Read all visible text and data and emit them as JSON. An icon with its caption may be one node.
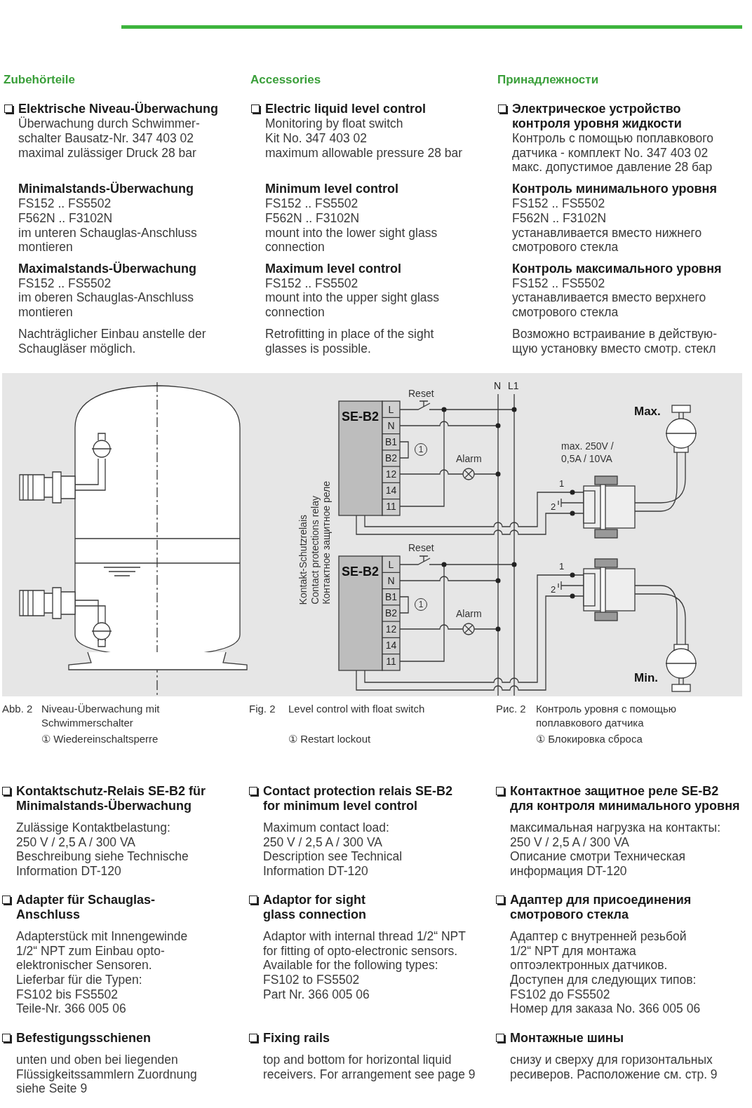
{
  "diagram": {
    "labels": [
      "Zubehörteile",
      "Elektrische Niveau-Überwachung",
      "Überwachung durch Schwimmer-",
      "schalter Bausatz-Nr. 347 403 02",
      "maximal zulässiger Druck 28 bar",
      "Minimalstands-Überwachung",
      "FS152 .. FS5502",
      "F562N .. F3102N",
      "im unteren Schauglas-Anschluss",
      "montieren",
      "Maximalstands-Überwachung",
      "FS152 .. FS5502",
      "im oberen Schauglas-Anschluss",
      "montieren",
      "Nachträglicher Einbau anstelle der",
      "Schaugläser möglich.",
      "Accessories",
      "Electric liquid level control",
      "Monitoring by float switch",
      "Kit No. 347 403 02",
      "maximum allowable pressure 28 bar",
      "Minimum level control",
      "FS152 .. FS5502",
      "F562N .. F3102N",
      "mount into the lower sight glass",
      "connection",
      "Maximum level control",
      "FS152 .. FS5502",
      "mount into the upper sight glass",
      "connection",
      "Retrofitting in place of the sight",
      "glasses is possible.",
      "Принадлежности",
      "Электрическое устройство",
      "контроля уровня жидкости",
      "Контроль с помощью поплавкового",
      "датчика - комплект No. 347 403 02",
      "макс. допустимое давление 28 бар",
      "Контроль минимального уровня",
      "FS152 .. FS5502",
      "F562N .. F3102N",
      "устанавливается вместо нижнего",
      "смотрового стекла",
      "Контроль максимального уровня",
      "FS152 .. FS5502",
      "устанавливается вместо верхнего",
      "смотрового стекла",
      "Возможно встраивание в действую-",
      "щую установку вместо смотр. стекл",
      "N",
      "L1",
      "Reset",
      "SE-B2",
      "L",
      "N",
      "B1",
      "B2",
      "12",
      "14",
      "11",
      "1",
      "Alarm",
      "Max.",
      "max. 250V /",
      "0,5A / 10VA",
      "1",
      "2",
      "Kontakt-Schutzrelais",
      "Contact protections relay",
      "Контактное защитное реле",
      "Reset",
      "SE-B2",
      "L",
      "N",
      "B1",
      "B2",
      "12",
      "14",
      "11",
      "1",
      "Alarm",
      "1",
      "2",
      "Min.",
      "Abb. 2",
      "Niveau-Überwachung mit",
      "Schwimmerschalter",
      "① Wiedereinschaltsperre",
      "Fig. 2",
      "Level control with float switch",
      "① Restart lockout",
      "Рис. 2",
      "Контроль уровня с помощью",
      "поплавкового датчика",
      "① Блокировка сброса",
      "Kontaktschutz-Relais SE-B2 für",
      "Minimalstands-Überwachung",
      "Zulässige Kontaktbelastung:",
      "250 V / 2,5 A / 300 VA",
      "Beschreibung siehe Technische",
      "Information DT-120",
      "Adapter für Schauglas-",
      "Anschluss",
      "Adapterstück mit Innengewinde",
      "1/2“ NPT zum Einbau opto-",
      "elektronischer Sensoren.",
      "Lieferbar für die Typen:",
      "FS102 bis FS5502",
      "Teile-Nr. 366 005 06",
      "Befestigungsschienen",
      "unten und oben bei liegenden",
      "Flüssigkeitssammlern Zuordnung",
      "siehe Seite 9",
      "Contact protection relais SE-B2",
      "for minimum level control",
      "Maximum contact load:",
      "250 V / 2,5 A / 300 VA",
      "Description see Technical",
      "Information DT-120",
      "Adaptor for sight",
      "glass connection",
      "Adaptor with internal thread 1/2“ NPT",
      "for fitting of opto-electronic sensors.",
      "Available for the following types:",
      "FS102 to FS5502",
      "Part Nr. 366 005 06",
      "Fixing rails",
      "top and bottom for horizontal liquid",
      "receivers. For arrangement see page 9",
      "Контактное защитное реле SE-B2",
      "для контроля минимального уровня",
      "максимальная нагрузка на контакты:",
      "250 V / 2,5 A / 300 VA",
      "Описание смотри  Техническая",
      "информация DT-120",
      "Адаптер для присоединения",
      "смотрового стекла",
      "Адаптер с внутренней резьбой",
      "1/2“ NPT для монтажа",
      "оптоэлектронных датчиков.",
      "Доступен для следующих типов:",
      "FS102 до FS5502",
      "Номер для заказа No. 366 005 06",
      "Монтажные шины",
      "снизу и сверху для горизонтальных",
      "ресиверов. Расположение см. стр. 9"
    ]
  }
}
